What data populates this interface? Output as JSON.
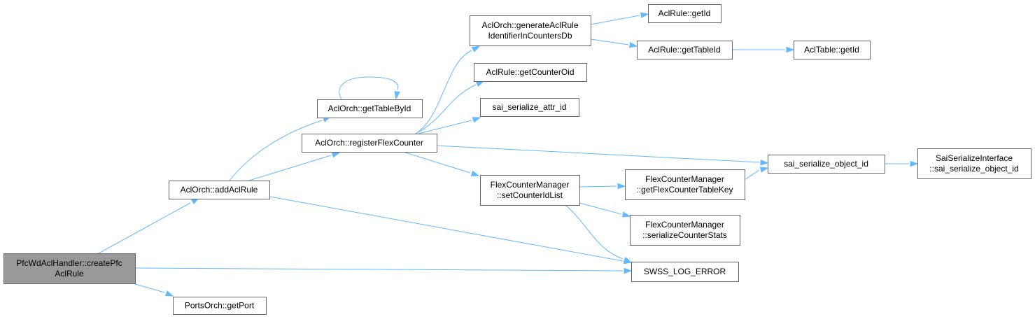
{
  "nodes": [
    {
      "id": "root",
      "lines": [
        "PfcWdAclHandler::createPfc",
        "AclRule"
      ]
    },
    {
      "id": "addAclRule",
      "lines": [
        "AclOrch::addAclRule"
      ]
    },
    {
      "id": "getPort",
      "lines": [
        "PortsOrch::getPort"
      ]
    },
    {
      "id": "getTableById",
      "lines": [
        "AclOrch::getTableById"
      ]
    },
    {
      "id": "registerFlexCounter",
      "lines": [
        "AclOrch::registerFlexCounter"
      ]
    },
    {
      "id": "generateAclRule",
      "lines": [
        "AclOrch::generateAclRule",
        "IdentifierInCountersDb"
      ]
    },
    {
      "id": "getCounterOid",
      "lines": [
        "AclRule::getCounterOid"
      ]
    },
    {
      "id": "sai_serialize_attr_id",
      "lines": [
        "sai_serialize_attr_id"
      ]
    },
    {
      "id": "setCounterIdList",
      "lines": [
        "FlexCounterManager",
        "::setCounterIdList"
      ]
    },
    {
      "id": "ruleGetId",
      "lines": [
        "AclRule::getId"
      ]
    },
    {
      "id": "getTableId",
      "lines": [
        "AclRule::getTableId"
      ]
    },
    {
      "id": "tableGetId",
      "lines": [
        "AclTable::getId"
      ]
    },
    {
      "id": "sai_serialize_object_id",
      "lines": [
        "sai_serialize_object_id"
      ]
    },
    {
      "id": "getFlexCounterTableKey",
      "lines": [
        "FlexCounterManager",
        "::getFlexCounterTableKey"
      ]
    },
    {
      "id": "serializeCounterStats",
      "lines": [
        "FlexCounterManager",
        "::serializeCounterStats"
      ]
    },
    {
      "id": "swss_log_error",
      "lines": [
        "SWSS_LOG_ERROR"
      ]
    },
    {
      "id": "saiSerializeInterface",
      "lines": [
        "SaiSerializeInterface",
        "::sai_serialize_object_id"
      ]
    }
  ],
  "edges": [
    {
      "from": "root",
      "to": "addAclRule"
    },
    {
      "from": "root",
      "to": "getPort"
    },
    {
      "from": "root",
      "to": "swss_log_error"
    },
    {
      "from": "addAclRule",
      "to": "getTableById"
    },
    {
      "from": "addAclRule",
      "to": "registerFlexCounter"
    },
    {
      "from": "addAclRule",
      "to": "swss_log_error"
    },
    {
      "from": "getTableById",
      "to": "getTableById"
    },
    {
      "from": "registerFlexCounter",
      "to": "generateAclRule"
    },
    {
      "from": "registerFlexCounter",
      "to": "getCounterOid"
    },
    {
      "from": "registerFlexCounter",
      "to": "sai_serialize_attr_id"
    },
    {
      "from": "registerFlexCounter",
      "to": "setCounterIdList"
    },
    {
      "from": "registerFlexCounter",
      "to": "sai_serialize_object_id"
    },
    {
      "from": "generateAclRule",
      "to": "ruleGetId"
    },
    {
      "from": "generateAclRule",
      "to": "getTableId"
    },
    {
      "from": "getTableId",
      "to": "tableGetId"
    },
    {
      "from": "setCounterIdList",
      "to": "getFlexCounterTableKey"
    },
    {
      "from": "setCounterIdList",
      "to": "serializeCounterStats"
    },
    {
      "from": "setCounterIdList",
      "to": "swss_log_error"
    },
    {
      "from": "getFlexCounterTableKey",
      "to": "sai_serialize_object_id"
    },
    {
      "from": "sai_serialize_object_id",
      "to": "saiSerializeInterface"
    }
  ]
}
